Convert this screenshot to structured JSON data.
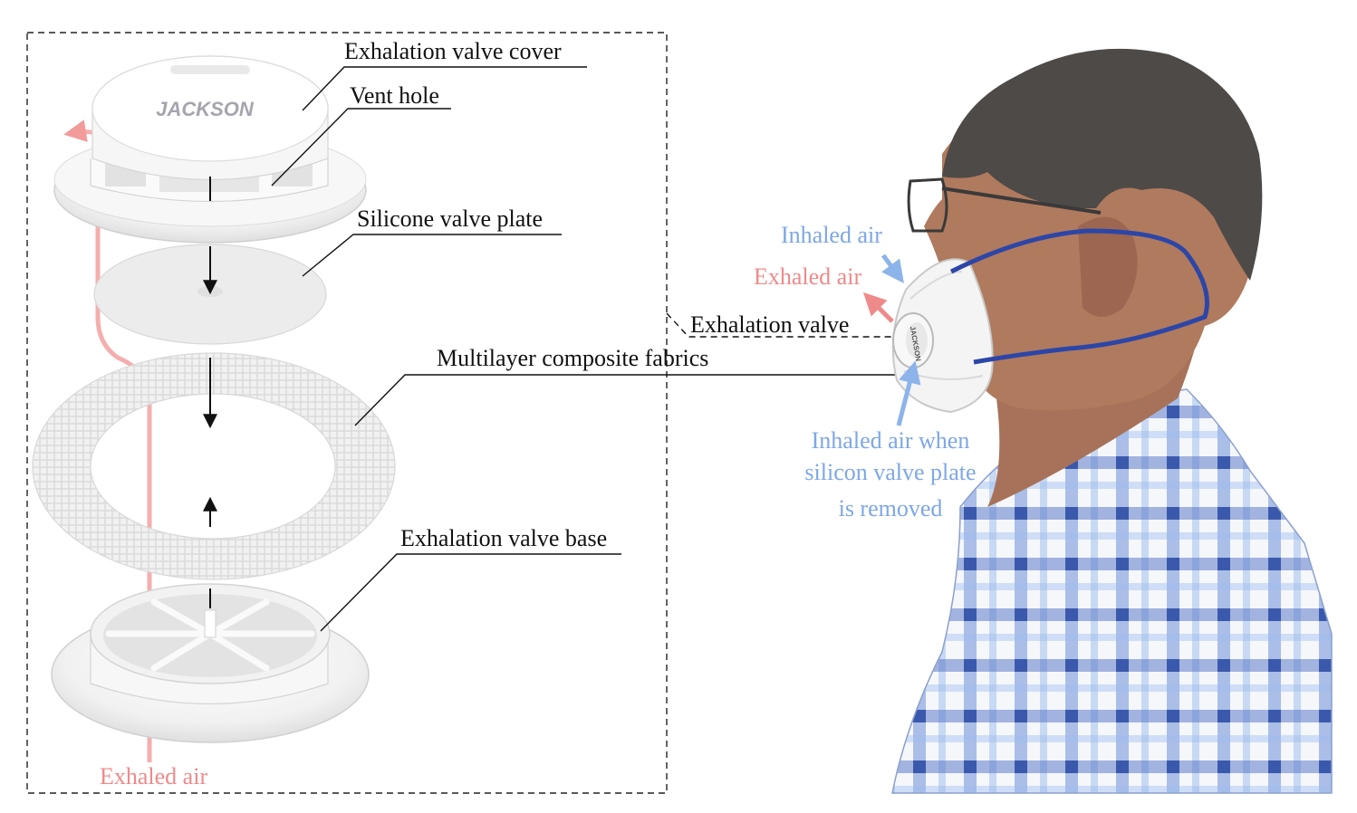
{
  "labels": {
    "exhalation_valve_cover": "Exhalation valve cover",
    "vent_hole": "Vent hole",
    "silicone_valve_plate": "Silicone valve plate",
    "multilayer_fabrics": "Multilayer composite fabrics",
    "exhalation_valve_base": "Exhalation valve base",
    "exhaled_air_bottom": "Exhaled air",
    "exhalation_valve": "Exhalation valve",
    "inhaled_air": "Inhaled air",
    "exhaled_air_right": "Exhaled air",
    "inhaled_air_removed": [
      "Inhaled air when",
      "silicon valve plate",
      "is removed"
    ]
  },
  "logo_text": "JACKSON",
  "mask_logo_text": "JACKSON",
  "colors": {
    "label": "#111111",
    "exhaled": "#ef8a8a",
    "inhaled": "#7da7e6",
    "strap": "#2c46a8",
    "part_white": "#f3f3f3"
  }
}
